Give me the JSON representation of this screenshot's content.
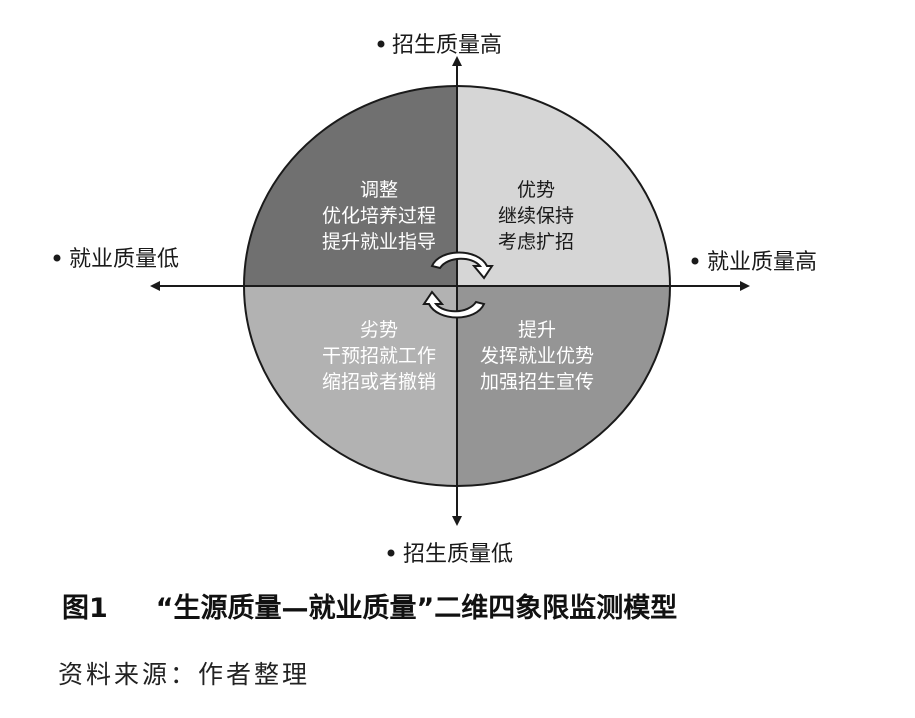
{
  "axes": {
    "top_label": "招生质量高",
    "bottom_label": "招生质量低",
    "left_label": "就业质量低",
    "right_label": "就业质量高"
  },
  "quadrants": {
    "top_left": {
      "lines": [
        "调整",
        "优化培养过程",
        "提升就业指导"
      ]
    },
    "top_right": {
      "lines": [
        "优势",
        "继续保持",
        "考虑扩招"
      ]
    },
    "bottom_left": {
      "lines": [
        "劣势",
        "干预招就工作",
        "缩招或者撤销"
      ]
    },
    "bottom_right": {
      "lines": [
        "提升",
        "发挥就业优势",
        "加强招生宣传"
      ]
    }
  },
  "colors": {
    "top_left": "#707070",
    "top_right": "#d6d6d6",
    "bottom_left": "#b2b2b2",
    "bottom_right": "#959595"
  },
  "caption": {
    "figure_number": "图1",
    "title": "“生源质量—就业质量”二维四象限监测模型"
  },
  "source": "资料来源：作者整理"
}
